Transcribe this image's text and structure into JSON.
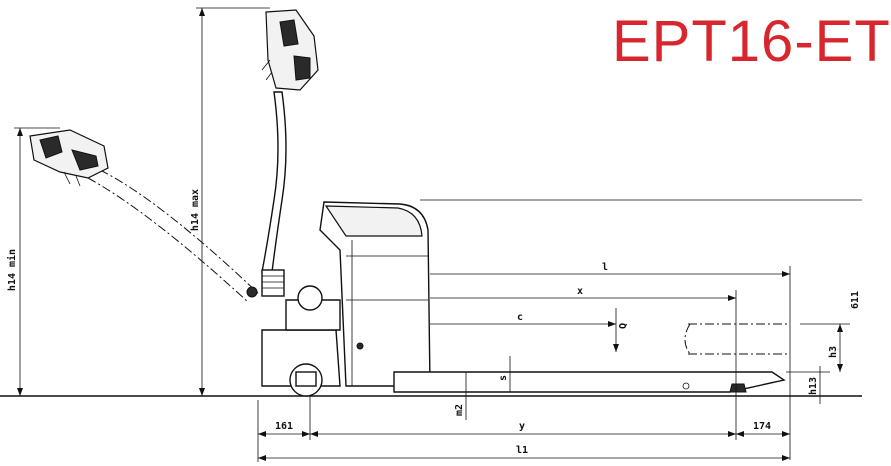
{
  "title": "EPT16-ET",
  "colors": {
    "title": "#d7262e",
    "line": "#111111"
  },
  "dimensions": {
    "h14_min": "h14 min",
    "h14_max": "h14 max",
    "l": "l",
    "x": "x",
    "c": "c",
    "Q": "Q",
    "s": "s",
    "h3": "h3",
    "h13": "h13",
    "b11": "611",
    "m2": "m2",
    "y": "y",
    "l1": "l1",
    "d161": "161",
    "d174": "174"
  }
}
